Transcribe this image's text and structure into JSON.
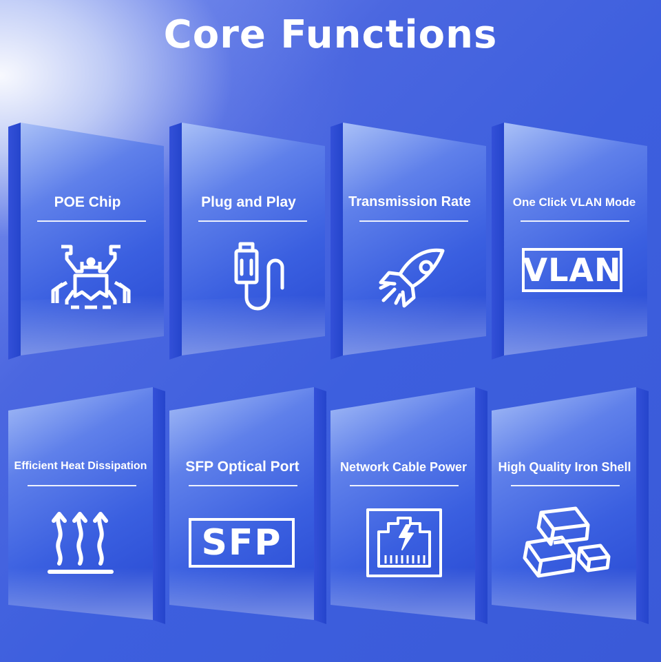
{
  "title": "Core Functions",
  "cards": [
    {
      "label": "POE Chip",
      "icon": "chip-logo-icon"
    },
    {
      "label": "Plug and Play",
      "icon": "plug-cable-icon"
    },
    {
      "label": "Transmission Rate",
      "icon": "rocket-icon"
    },
    {
      "label": "One Click VLAN Mode",
      "icon": "vlan-icon",
      "icon_text": "VLAN"
    },
    {
      "label": "Efficient Heat Dissipation",
      "icon": "heat-waves-icon"
    },
    {
      "label": "SFP Optical Port",
      "icon": "sfp-icon",
      "icon_text": "SFP"
    },
    {
      "label": "Network Cable Power",
      "icon": "ethernet-power-icon"
    },
    {
      "label": "High Quality Iron Shell",
      "icon": "metal-bars-icon"
    }
  ]
}
